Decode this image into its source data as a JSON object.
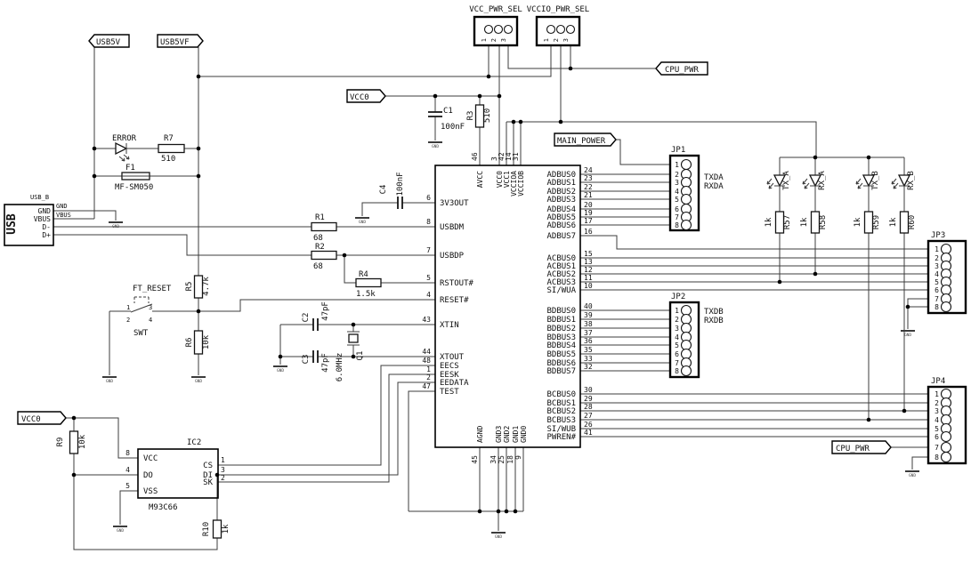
{
  "flags": {
    "usb5v": "USB5V",
    "usb5vf": "USB5VF",
    "vcc0_top": "VCC0",
    "cpu_pwr_top": "CPU_PWR",
    "main_power": "MAIN_POWER",
    "vcc0_bottom": "VCC0",
    "cpu_pwr_bottom": "CPU_PWR"
  },
  "sel": {
    "vcc": {
      "title": "VCC_PWR_SEL",
      "pins": [
        "1",
        "2",
        "3"
      ]
    },
    "vccio": {
      "title": "VCCIO_PWR_SEL",
      "pins": [
        "1",
        "2",
        "3"
      ]
    }
  },
  "usb": {
    "ref": "USB_B",
    "body": "USB",
    "pin_names": [
      "GND",
      "VBUS",
      "D-",
      "D+"
    ],
    "net_stubs": [
      "GND",
      "VBUS"
    ]
  },
  "parts": {
    "error": {
      "name": "ERROR"
    },
    "f1": {
      "ref": "F1",
      "value": "MF-SM050"
    },
    "r1": {
      "ref": "R1",
      "value": "68"
    },
    "r2": {
      "ref": "R2",
      "value": "68"
    },
    "r3": {
      "ref": "R3",
      "value": "510"
    },
    "r4": {
      "ref": "R4",
      "value": "1.5k"
    },
    "r5": {
      "ref": "R5",
      "value": "4.7k"
    },
    "r6": {
      "ref": "R6",
      "value": "10k"
    },
    "r7": {
      "ref": "R7",
      "value": "510"
    },
    "r9": {
      "ref": "R9",
      "value": "10k"
    },
    "r10": {
      "ref": "R10",
      "value": "1k"
    },
    "c1": {
      "ref": "C1",
      "value": "100nF"
    },
    "c2": {
      "ref": "C2",
      "value": "47pF"
    },
    "c3": {
      "ref": "C3",
      "value": "47pF"
    },
    "c4": {
      "ref": "C4",
      "value": "100nF"
    },
    "q1": {
      "ref": "Q1",
      "value": "6.0MHz"
    },
    "swt": {
      "label": "FT_RESET",
      "ref": "SWT",
      "pins": [
        "1",
        "2",
        "3",
        "4"
      ]
    }
  },
  "leds": [
    {
      "name": "TX_A",
      "res_ref": "R57",
      "res_value": "1k"
    },
    {
      "name": "RX_A",
      "res_ref": "R58",
      "res_value": "1k"
    },
    {
      "name": "TX_B",
      "res_ref": "R59",
      "res_value": "1k"
    },
    {
      "name": "RX_B",
      "res_ref": "R60",
      "res_value": "1k"
    }
  ],
  "main_ic": {
    "left_pins": [
      {
        "num": "6",
        "name": "3V3OUT"
      },
      {
        "num": "8",
        "name": "USBDM"
      },
      {
        "num": "7",
        "name": "USBDP"
      },
      {
        "num": "5",
        "name": "RSTOUT#"
      },
      {
        "num": "4",
        "name": "RESET#"
      },
      {
        "num": "43",
        "name": "XTIN"
      },
      {
        "num": "44",
        "name": "XTOUT"
      },
      {
        "num": "48",
        "name": "EECS"
      },
      {
        "num": "1",
        "name": "EESK"
      },
      {
        "num": "2",
        "name": "EEDATA"
      },
      {
        "num": "47",
        "name": "TEST"
      }
    ],
    "top_pins": [
      {
        "num": "46",
        "name": "AVCC"
      },
      {
        "num": "3",
        "name": "VCC0"
      },
      {
        "num": "42",
        "name": "VCC1"
      },
      {
        "num": "14",
        "name": "VCCIOA"
      },
      {
        "num": "31",
        "name": "VCCIOB"
      }
    ],
    "right_pins": [
      {
        "num": "24",
        "name": "ADBUS0"
      },
      {
        "num": "23",
        "name": "ADBUS1"
      },
      {
        "num": "22",
        "name": "ADBUS2"
      },
      {
        "num": "21",
        "name": "ADBUS3"
      },
      {
        "num": "20",
        "name": "ADBUS4"
      },
      {
        "num": "19",
        "name": "ADBUS5"
      },
      {
        "num": "17",
        "name": "ADBUS6"
      },
      {
        "num": "16",
        "name": "ADBUS7"
      },
      {
        "num": "15",
        "name": "ACBUS0"
      },
      {
        "num": "13",
        "name": "ACBUS1"
      },
      {
        "num": "12",
        "name": "ACBUS2"
      },
      {
        "num": "11",
        "name": "ACBUS3"
      },
      {
        "num": "10",
        "name": "SI/WUA"
      },
      {
        "num": "40",
        "name": "BDBUS0"
      },
      {
        "num": "39",
        "name": "BDBUS1"
      },
      {
        "num": "38",
        "name": "BDBUS2"
      },
      {
        "num": "37",
        "name": "BDBUS3"
      },
      {
        "num": "36",
        "name": "BDBUS4"
      },
      {
        "num": "35",
        "name": "BDBUS5"
      },
      {
        "num": "33",
        "name": "BDBUS6"
      },
      {
        "num": "32",
        "name": "BDBUS7"
      },
      {
        "num": "30",
        "name": "BCBUS0"
      },
      {
        "num": "29",
        "name": "BCBUS1"
      },
      {
        "num": "28",
        "name": "BCBUS2"
      },
      {
        "num": "27",
        "name": "BCBUS3"
      },
      {
        "num": "26",
        "name": "SI/WUB"
      },
      {
        "num": "41",
        "name": "PWREN#"
      }
    ],
    "bottom_pins": [
      {
        "num": "45",
        "name": "AGND"
      },
      {
        "num": "34",
        "name": "GND3"
      },
      {
        "num": "25",
        "name": "GND2"
      },
      {
        "num": "18",
        "name": "GND1"
      },
      {
        "num": "9",
        "name": "GND0"
      }
    ]
  },
  "eeprom": {
    "ref": "IC2",
    "part": "M93C66",
    "left_pins": [
      {
        "num": "8",
        "name": "VCC"
      },
      {
        "num": "4",
        "name": "DO"
      },
      {
        "num": "5",
        "name": "VSS"
      }
    ],
    "right_pins": [
      {
        "num": "1",
        "name": "CS"
      },
      {
        "num": "3",
        "name": "DI"
      },
      {
        "num": "2",
        "name": "SK"
      }
    ]
  },
  "connectors": {
    "jp1": {
      "ref": "JP1",
      "pins": [
        "1",
        "2",
        "3",
        "4",
        "5",
        "6",
        "7",
        "8"
      ],
      "sig1": "TXDA",
      "sig2": "RXDA"
    },
    "jp2": {
      "ref": "JP2",
      "pins": [
        "1",
        "2",
        "3",
        "4",
        "5",
        "6",
        "7",
        "8"
      ],
      "sig1": "TXDB",
      "sig2": "RXDB"
    },
    "jp3": {
      "ref": "JP3",
      "pins": [
        "1",
        "2",
        "3",
        "4",
        "5",
        "6",
        "7",
        "8"
      ]
    },
    "jp4": {
      "ref": "JP4",
      "pins": [
        "1",
        "2",
        "3",
        "4",
        "5",
        "6",
        "7",
        "8"
      ]
    }
  },
  "misc": {
    "gnd": "GND"
  }
}
